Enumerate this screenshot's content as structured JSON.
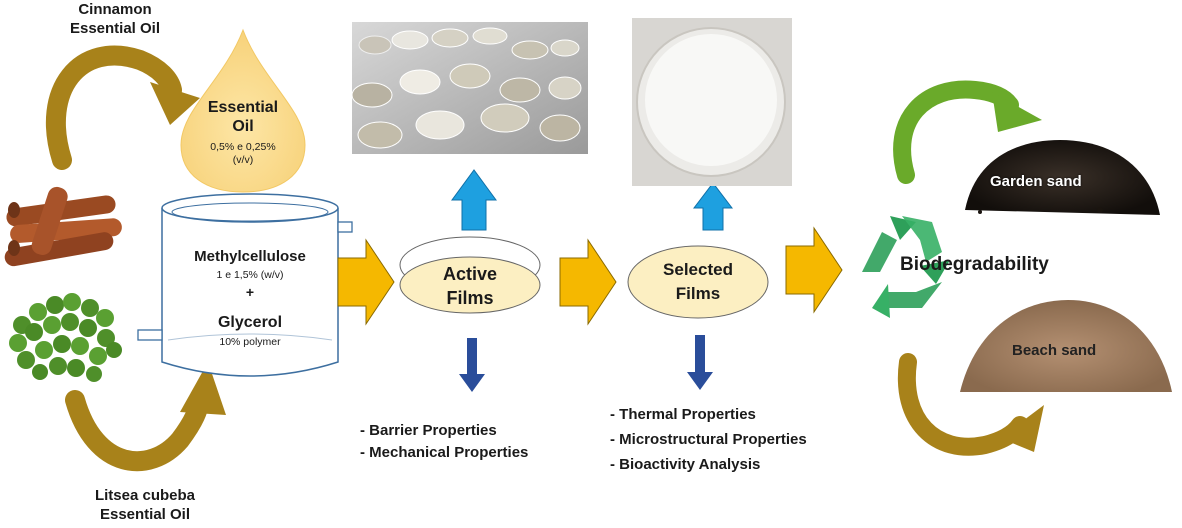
{
  "labels": {
    "cinnamon_oil": [
      "Cinnamon",
      "Essential Oil"
    ],
    "litsea_oil": [
      "Litsea cubeba",
      "Essential Oil"
    ],
    "essential_oil_title": [
      "Essential",
      "Oil"
    ],
    "essential_oil_conc": [
      "0,5% e 0,25%",
      "(v/v)"
    ],
    "methylcellulose": "Methylcellulose",
    "methylcellulose_conc": "1 e 1,5% (w/v)",
    "plus": "+",
    "glycerol": "Glycerol",
    "glycerol_conc": "10% polymer",
    "active_films": [
      "Active",
      "Films"
    ],
    "selected_films": [
      "Selected",
      "Films"
    ],
    "biodegradability": "Biodegradability",
    "garden_sand": "Garden sand",
    "beach_sand": "Beach sand"
  },
  "active_properties": [
    "- Barrier Properties",
    "- Mechanical Properties"
  ],
  "selected_properties": [
    "- Thermal Properties",
    "- Microstructural Properties",
    "- Bioactivity Analysis"
  ],
  "colors": {
    "gold_arrow": "#a8821a",
    "orange_arrow": "#f5b800",
    "up_arrow": "#1ea0e0",
    "down_arrow": "#2a4d9a",
    "ellipse_fill": "#fcefc2",
    "drop_fill": "#fbdc8a",
    "recycle_green": "#2ea05a",
    "green_arrow": "#6aaa2a",
    "vessel_stroke": "#3d6fa0"
  },
  "icons": {
    "cinnamon": "cinnamon-sticks-icon",
    "litsea": "green-berries-icon",
    "recycle": "recycle-icon",
    "drop": "oil-drop-icon"
  }
}
